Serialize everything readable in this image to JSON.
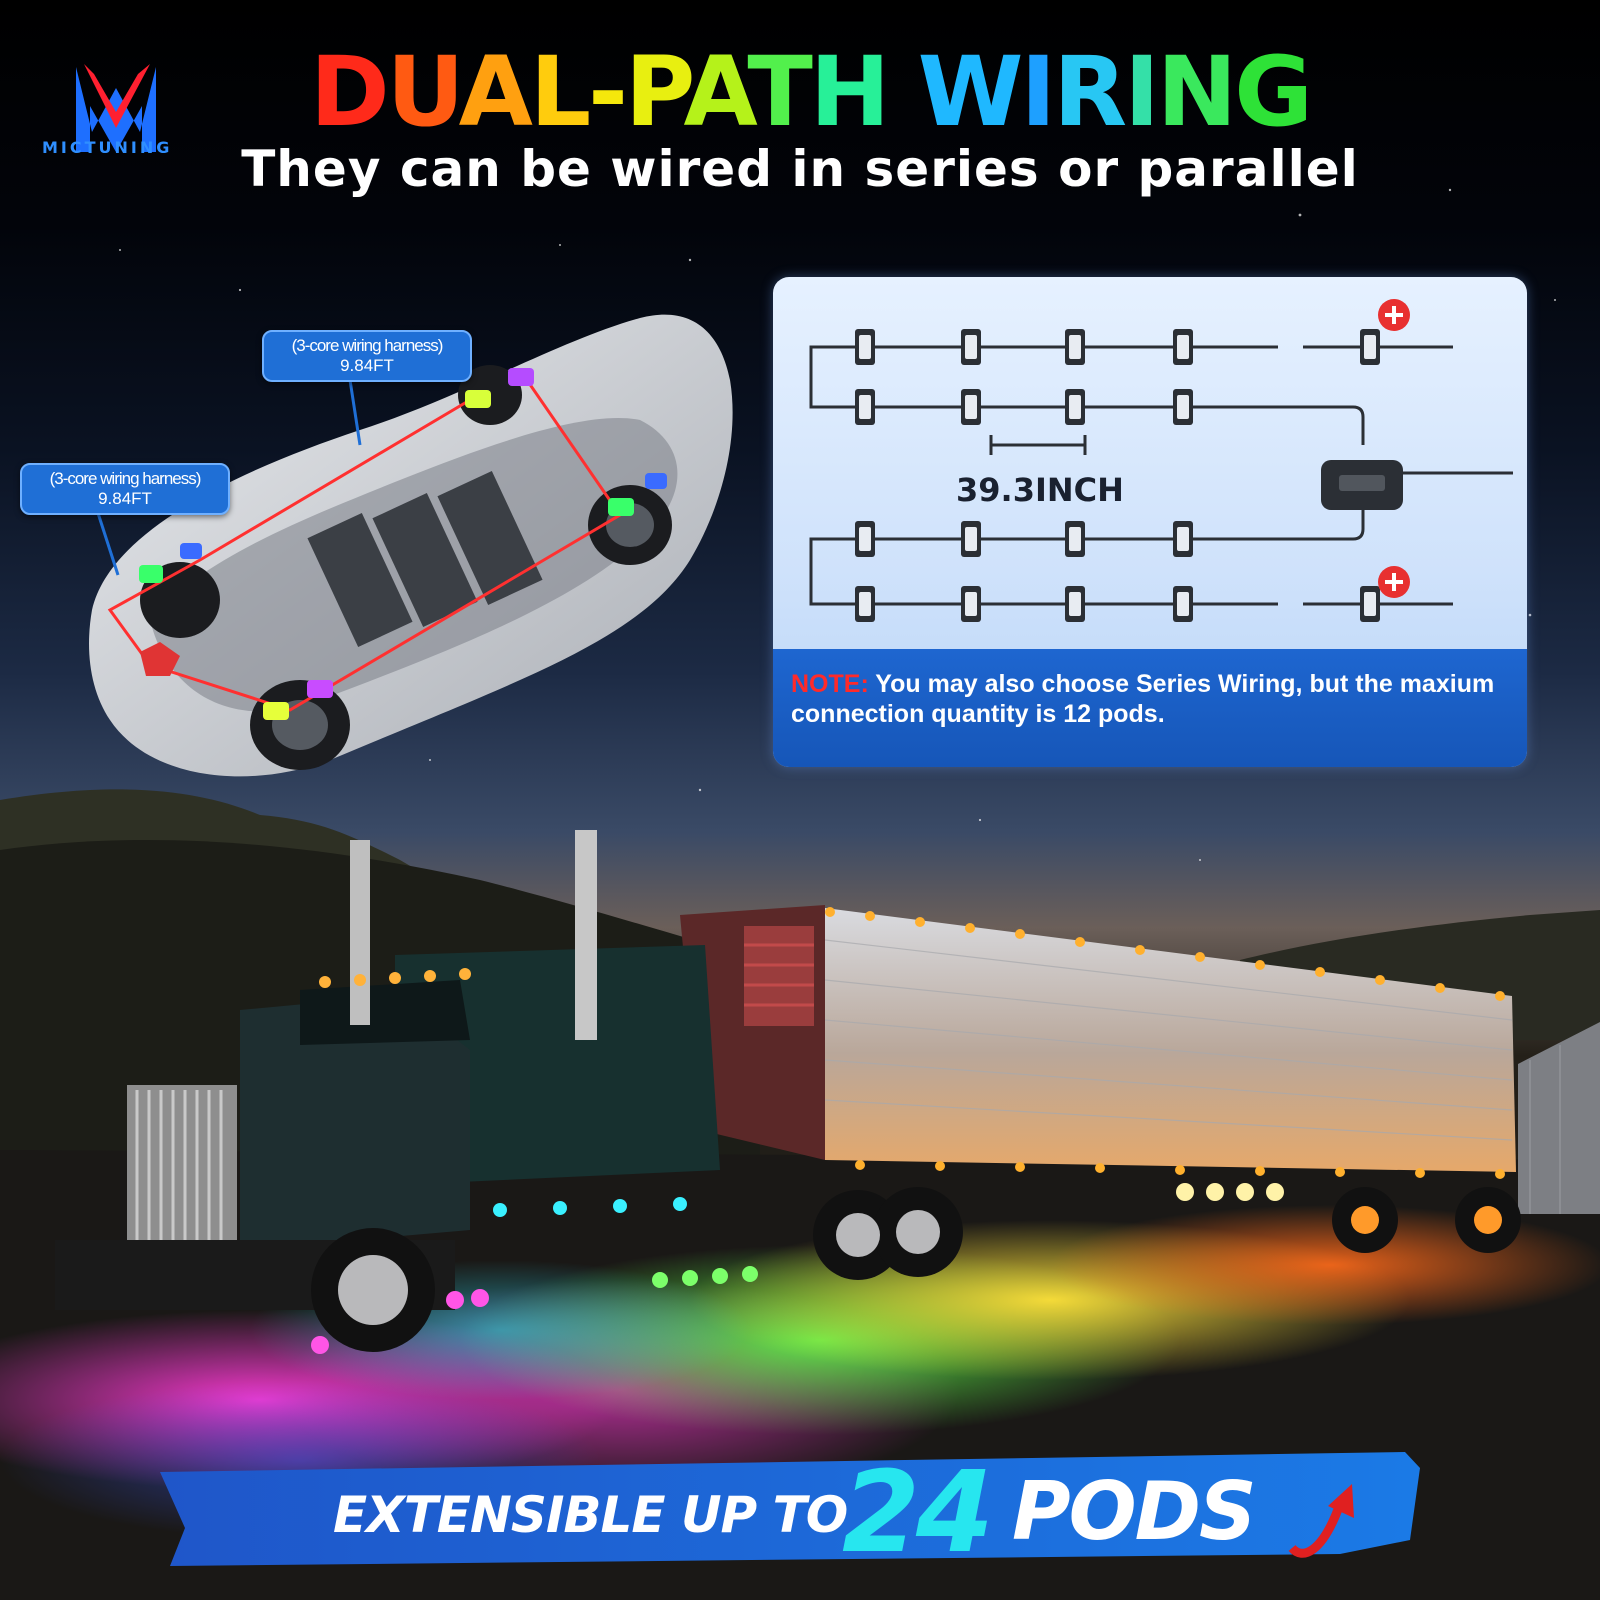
{
  "brand": {
    "name": "MICTUNING",
    "logo_icon": "mictuning-m-logo"
  },
  "headline": {
    "text": "DUAL-PATH WIRING",
    "words": [
      {
        "text": "D",
        "color": "#ff2a1a"
      },
      {
        "text": "U",
        "color": "#ff5a12"
      },
      {
        "text": "A",
        "color": "#ffa010"
      },
      {
        "text": "L",
        "color": "#ffcc0d"
      },
      {
        "text": "-",
        "color": "#f5e70c"
      },
      {
        "text": "P",
        "color": "#e8ef10"
      },
      {
        "text": "A",
        "color": "#b5f21a"
      },
      {
        "text": "T",
        "color": "#52f04c"
      },
      {
        "text": "H",
        "color": "#27f098"
      },
      {
        "text": " ",
        "color": "#ffffff"
      },
      {
        "text": "W",
        "color": "#1fb8ff"
      },
      {
        "text": "I",
        "color": "#1ea0ff"
      },
      {
        "text": "R",
        "color": "#28c7f3"
      },
      {
        "text": "I",
        "color": "#34e0a8"
      },
      {
        "text": "N",
        "color": "#3ae85d"
      },
      {
        "text": "G",
        "color": "#2ee237"
      }
    ]
  },
  "subheadline": "They can be wired in series or parallel",
  "car_diagram": {
    "callout_front": {
      "line1": "(3-core wiring harness)",
      "line2": "9.84FT"
    },
    "callout_rear": {
      "line1": "(3-core wiring harness)",
      "line2": "9.84FT"
    },
    "pod_colors": [
      "#b54cff",
      "#d8ff3a",
      "#3a6bff",
      "#39ff6a",
      "#3a6bff",
      "#39ff6a",
      "#c84cff",
      "#e6ff3a"
    ]
  },
  "wiring_panel": {
    "measurement": "39.3INCH",
    "add_icon": "plus-circle-icon",
    "controller_icon": "control-box-icon",
    "note_label": "NOTE:",
    "note_text": "You may also choose Series Wiring, but the maxium connection quantity is 12 pods."
  },
  "colors": {
    "accent_blue": "#1f6fd6",
    "note_red": "#ff2a2a",
    "cyan": "#27e6ef"
  },
  "banner": {
    "prefix": "EXTENSIBLE UP TO",
    "number": "24",
    "suffix": "PODS",
    "arrow_icon": "up-arrow-icon"
  }
}
